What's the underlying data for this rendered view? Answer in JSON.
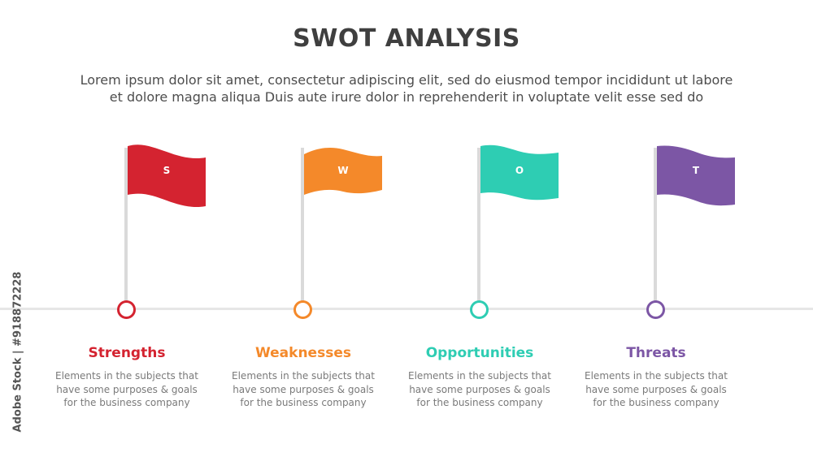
{
  "title": "SWOT ANALYSIS",
  "subtitle": {
    "line1": "Lorem ipsum dolor sit amet, consectetur adipiscing elit, sed do eiusmod tempor incididunt ut labore",
    "line2": "et dolore magna aliqua Duis aute irure dolor in reprehenderit in voluptate velit esse sed do"
  },
  "items": [
    {
      "letter": "S",
      "heading": "Strengths",
      "color": "#d42330",
      "desc": [
        "Elements in the subjects that",
        "have  some purposes & goals",
        "for the  business company"
      ]
    },
    {
      "letter": "W",
      "heading": "Weaknesses",
      "color": "#f4892a",
      "desc": [
        "Elements in the subjects that",
        "have  some purposes & goals",
        "for the  business company"
      ]
    },
    {
      "letter": "O",
      "heading": "Opportunities",
      "color": "#2ecdb3",
      "desc": [
        "Elements in the subjects that",
        "have  some purposes & goals",
        "for the  business company"
      ]
    },
    {
      "letter": "T",
      "heading": "Threats",
      "color": "#7c56a5",
      "desc": [
        "Elements in the subjects that",
        "have  some purposes & goals",
        "for the  business company"
      ]
    }
  ],
  "watermark": "Adobe Stock | #918872228"
}
